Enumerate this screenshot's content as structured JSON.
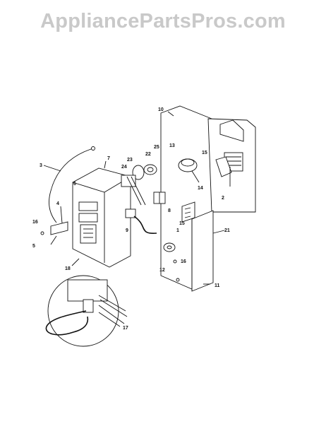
{
  "watermark": {
    "text": "AppliancePartsPros.com"
  },
  "callouts": {
    "c1": "1",
    "c2": "2",
    "c3": "3",
    "c4": "4",
    "c5": "5",
    "c6": "6",
    "c7": "7",
    "c8": "8",
    "c9": "9",
    "c10": "10",
    "c11": "11",
    "c12": "12",
    "c13": "13",
    "c14": "14",
    "c15": "15",
    "c16": "16",
    "c17": "17",
    "c18": "18",
    "c21": "21",
    "c22": "22",
    "c23": "23",
    "c24": "24",
    "c25": "25"
  }
}
